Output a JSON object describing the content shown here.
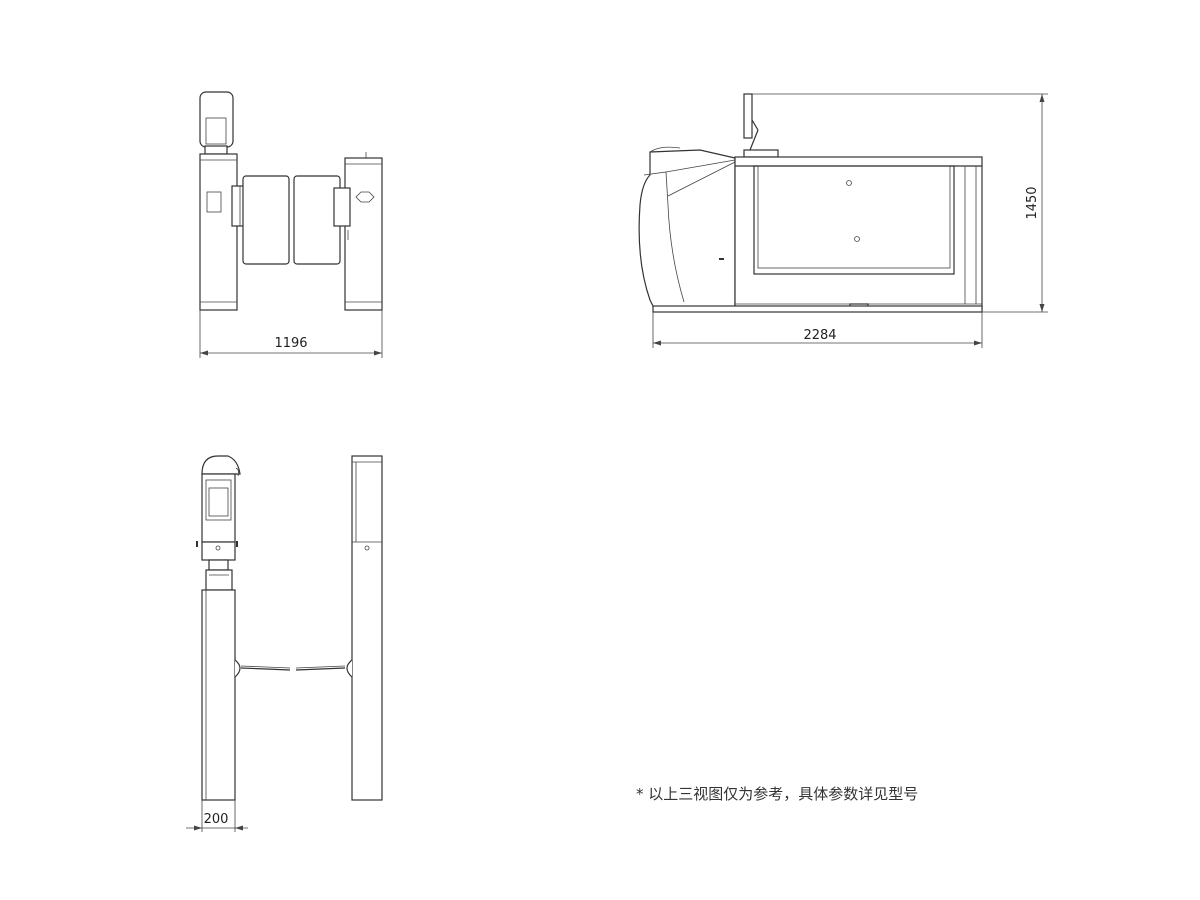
{
  "dimensions": {
    "front_width": "1196",
    "side_length": "2284",
    "side_height": "1450",
    "top_depth": "200"
  },
  "note": "* 以上三视图仅为参考，具体参数详见型号"
}
